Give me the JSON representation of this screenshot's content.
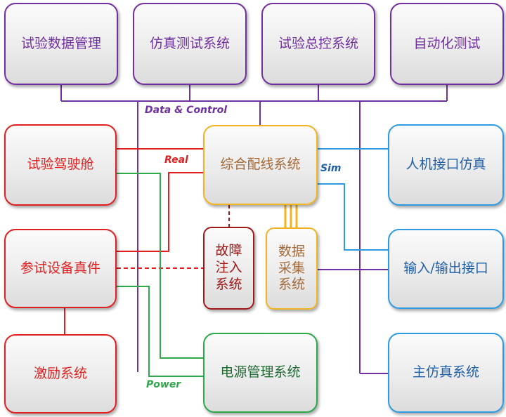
{
  "top_row": {
    "test_data_mgmt": "试验数据管理",
    "sim_test_system": "仿真测试系统",
    "test_master_control": "试验总控系统",
    "automated_test": "自动化测试"
  },
  "left_column": {
    "test_cockpit": "试验驾驶舱",
    "real_equipment": "参试设备真件",
    "stimulus_system": "激励系统"
  },
  "center": {
    "integrated_wiring": "综合配线系统",
    "fault_injection": "故障\n注入\n系统",
    "data_acquisition": "数据\n采集\n系统",
    "power_management": "电源管理系统"
  },
  "right_column": {
    "hmi_simulation": "人机接口仿真",
    "io_interface": "输入/输出接口",
    "main_simulation": "主仿真系统"
  },
  "labels": {
    "data_control": "Data & Control",
    "real": "Real",
    "sim": "Sim",
    "power": "Power"
  },
  "colors": {
    "data_control": "#7030a0",
    "real": "#e02020",
    "sim": "#2e9be0",
    "power": "#2ea84a",
    "acquisition": "#f2b423",
    "fault": "#a01818"
  }
}
